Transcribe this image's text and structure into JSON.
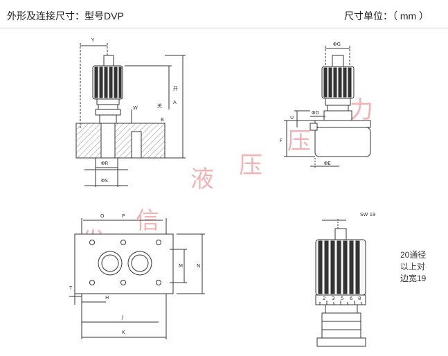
{
  "header": {
    "title": "外形及连接尺寸：型号DVP",
    "unit": "尺寸单位：（ mm ）"
  },
  "note": {
    "lines": [
      "20通径",
      "以上对",
      "边宽19"
    ]
  },
  "watermark": {
    "chars": [
      "液",
      "压",
      "压",
      "力",
      "发",
      "信"
    ]
  },
  "labels": {
    "side": {
      "Y": "Y",
      "W": "W",
      "B": "B",
      "A": "A",
      "open": "开",
      "close": "关",
      "PhiR": "ΦR",
      "PhiS": "ΦS"
    },
    "front": {
      "PhiG": "ΦG",
      "PhiD": "ΦD",
      "U": "U",
      "F": "F",
      "PhiE": "ΦE"
    },
    "plate": {
      "O": "O",
      "P": "P",
      "M": "M",
      "N": "N",
      "T": "T",
      "H": "H",
      "J": "J",
      "K": "K"
    },
    "knob": {
      "SW": "SW 19",
      "ticks": [
        "2",
        "3",
        "5",
        "6",
        "8"
      ]
    }
  },
  "colors": {
    "line": "#333333",
    "watermark": "#f3b3b3"
  }
}
